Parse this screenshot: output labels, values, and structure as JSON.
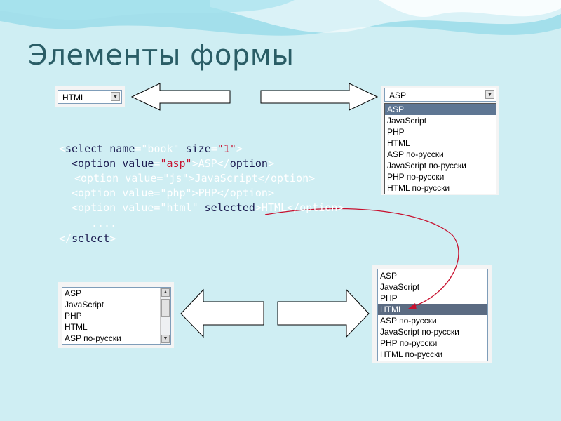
{
  "slide": {
    "title": "Элементы формы"
  },
  "dropdown_left": {
    "value": "HTML",
    "arrow": "▼"
  },
  "dropdown_right": {
    "value": "ASP",
    "arrow": "▼",
    "options": [
      "ASP",
      "JavaScript",
      "PHP",
      "HTML",
      "ASP по-русски",
      "JavaScript по-русски",
      "PHP по-русски",
      "HTML по-русски"
    ],
    "highlighted_index": 0
  },
  "listbox_left": {
    "options": [
      "ASP",
      "JavaScript",
      "PHP",
      "HTML",
      "ASP по-русски"
    ],
    "scroll_up": "▲",
    "scroll_down": "▼"
  },
  "listbox_right": {
    "options": [
      "ASP",
      "JavaScript",
      "PHP",
      "HTML",
      "ASP по-русски",
      "JavaScript по-русски",
      "PHP по-русски",
      "HTML по-русски"
    ],
    "highlighted_index": 3
  },
  "code": {
    "l1": {
      "open": "<",
      "kw1": "select name",
      "eq1": "=",
      "v1": "\"book\"",
      "kw2": " size",
      "eq2": "=",
      "v2": "\"1\"",
      "close": ">"
    },
    "l2": {
      "open": "<",
      "kw1": "option value",
      "eq1": "=",
      "v1": "\"asp\"",
      "text": ">ASP</",
      "kw2": "option",
      "close": ">"
    },
    "l3": {
      "text": "<option value=\"js\">JavaScript</option>"
    },
    "l4": {
      "text": "<option value=\"php\">PHP</option>"
    },
    "l5": {
      "pre": "<option value=\"html\" ",
      "kw": "selected",
      "post": ">HTML</option>"
    },
    "l6": {
      "text": "...."
    },
    "l7": {
      "open": "</",
      "kw": "select",
      "close": ">"
    }
  },
  "colors": {
    "background": "#cfeef3",
    "title": "#2a5d66",
    "code_keyword": "#1b1b50",
    "code_value": "#c8102e",
    "selection": "#5e7693",
    "connector": "#c8102e"
  }
}
